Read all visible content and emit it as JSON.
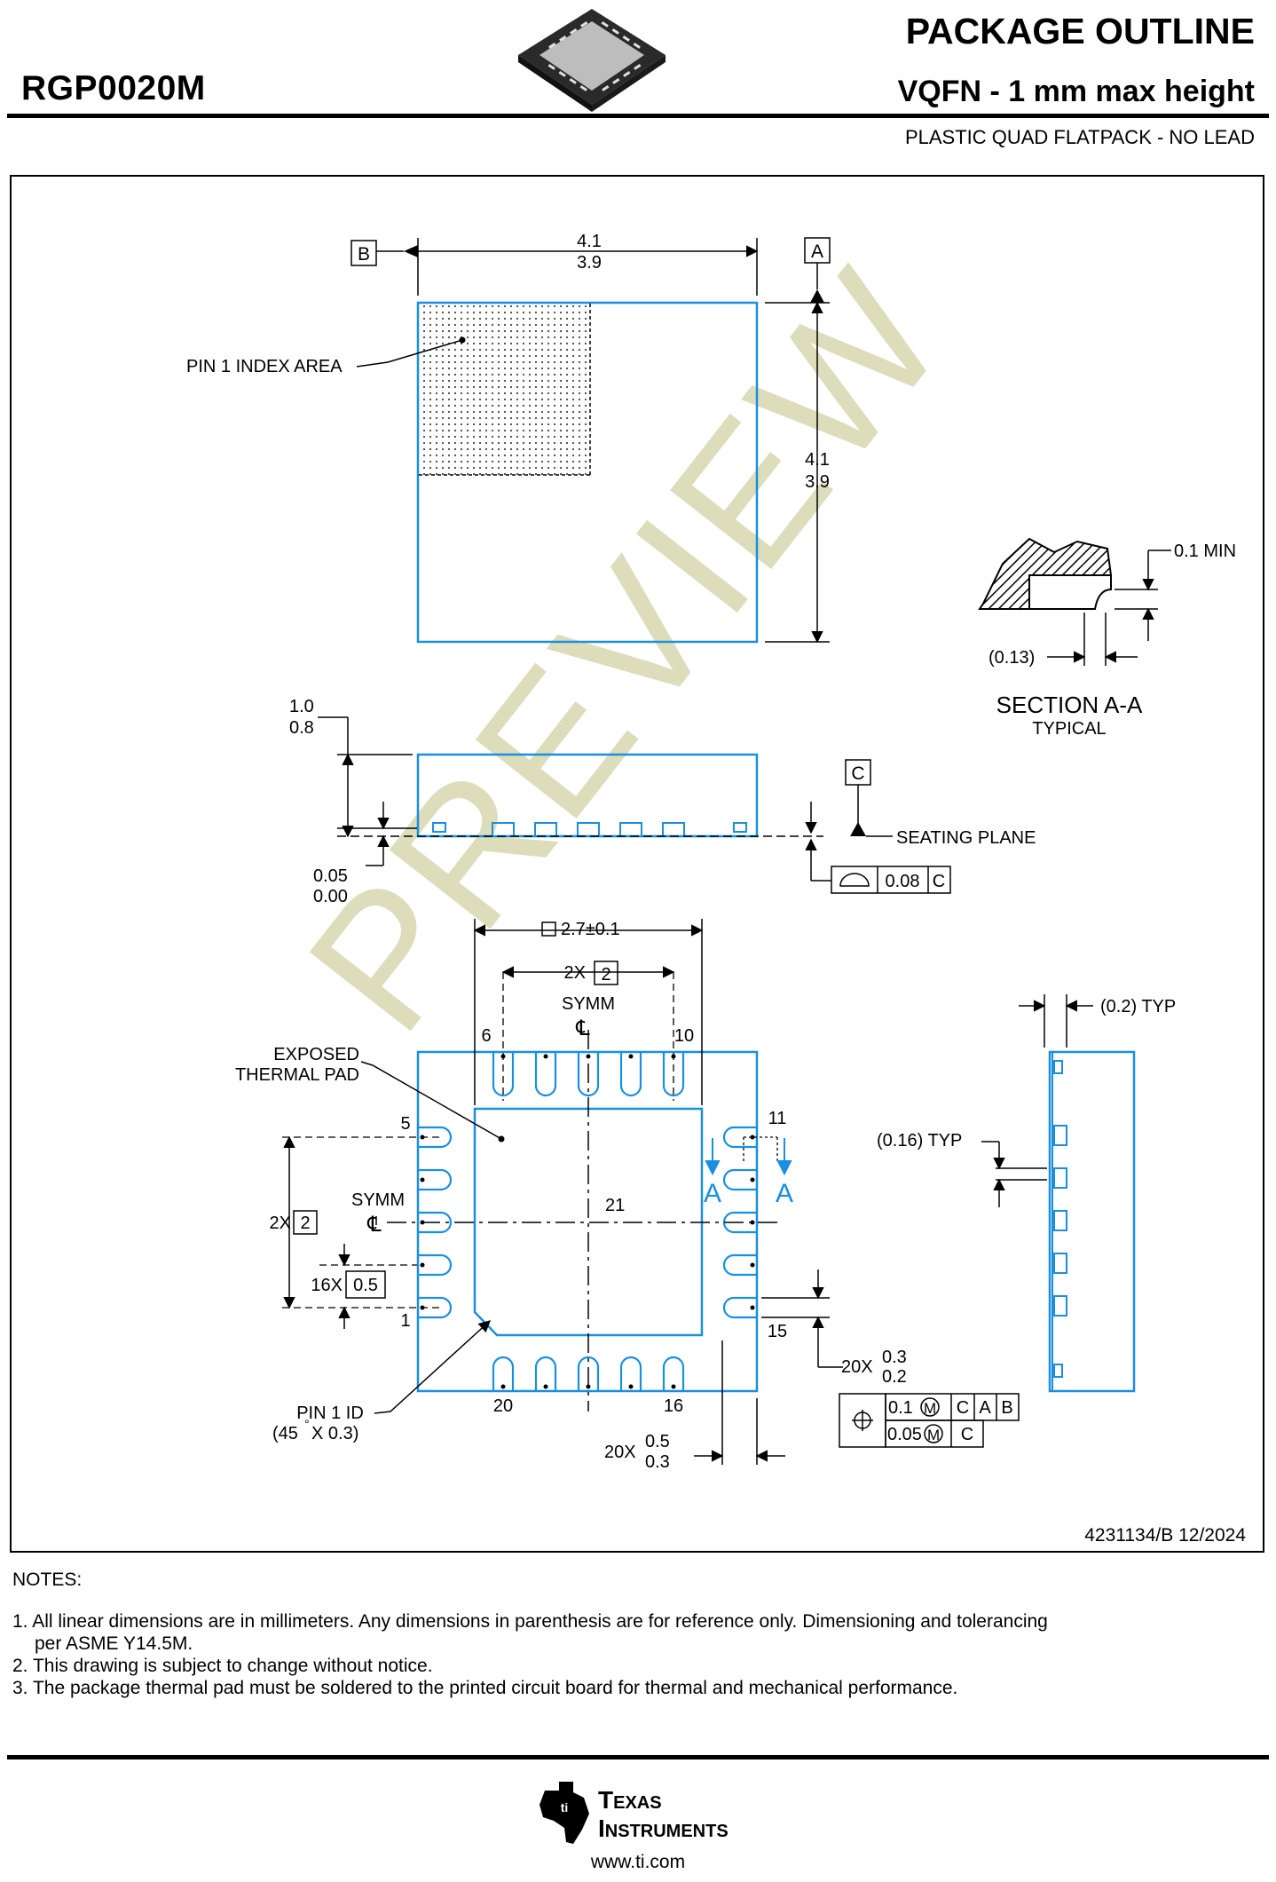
{
  "header": {
    "part_number": "RGP0020M",
    "doc_type": "PACKAGE OUTLINE",
    "package_title": "VQFN - 1 mm max height",
    "package_subtitle": "PLASTIC QUAD FLATPACK - NO LEAD"
  },
  "watermark": "PREVIEW",
  "colors": {
    "outline": "#1a8fe0",
    "watermark": "#d8d8b0",
    "ink": "#000000"
  },
  "top_view": {
    "datum_a": "A",
    "datum_b": "B",
    "width_max": "4.1",
    "width_min": "3.9",
    "height_max": "4.1",
    "height_min": "3.9",
    "pin1_area_label": "PIN 1 INDEX AREA"
  },
  "section_aa": {
    "title": "SECTION A-A",
    "subtitle": "TYPICAL",
    "min_label": "0.1 MIN",
    "ref_label": "(0.13)"
  },
  "side_view": {
    "height_max": "1.0",
    "height_min": "0.8",
    "standoff_max": "0.05",
    "standoff_min": "0.00",
    "datum_c": "C",
    "seating_plane": "SEATING PLANE",
    "flatness_value": "0.08",
    "flatness_datum": "C"
  },
  "bottom_view": {
    "pad_size": "2.7±0.1",
    "pitch_count": "2X",
    "pitch_box": "2",
    "symm": "SYMM",
    "centerline": "℄",
    "exposed_pad_line1": "EXPOSED",
    "exposed_pad_line2": "THERMAL PAD",
    "pin_labels": {
      "p1": "1",
      "p5": "5",
      "p6": "6",
      "p10": "10",
      "p11": "11",
      "p15": "15",
      "p16": "16",
      "p20": "20",
      "p21": "21"
    },
    "section_marker": "A",
    "pitch_16x": "16X",
    "pitch_16x_box": "0.5",
    "left_2x": "2X",
    "left_2x_box": "2",
    "pin1_id_line1": "PIN 1 ID",
    "pin1_id_line2": "(45",
    "pin1_id_line3": "X 0.3)",
    "lead_w_count": "20X",
    "lead_w_max": "0.3",
    "lead_w_min": "0.2",
    "lead_l_count": "20X",
    "lead_l_max": "0.5",
    "lead_l_min": "0.3",
    "pos_tol_1": "0.1",
    "pos_tol_2": "0.05",
    "mmc": "M",
    "datums_1": [
      "C",
      "A",
      "B"
    ],
    "datums_2": [
      "C"
    ]
  },
  "end_view": {
    "lead_ref": "(0.2) TYP",
    "gap_ref": "(0.16) TYP"
  },
  "drawing_number": "4231134/B   12/2024",
  "notes": {
    "title": "NOTES:",
    "n1a": "1. All linear dimensions are in millimeters. Any dimensions in parenthesis are for reference only. Dimensioning and tolerancing",
    "n1b": "per ASME Y14.5M.",
    "n2": "2. This drawing is subject to change without notice.",
    "n3": "3. The package thermal pad must be soldered to the printed circuit board for thermal and mechanical performance."
  },
  "footer": {
    "logo_line1": "Texas",
    "logo_line2": "Instruments",
    "url": "www.ti.com"
  }
}
